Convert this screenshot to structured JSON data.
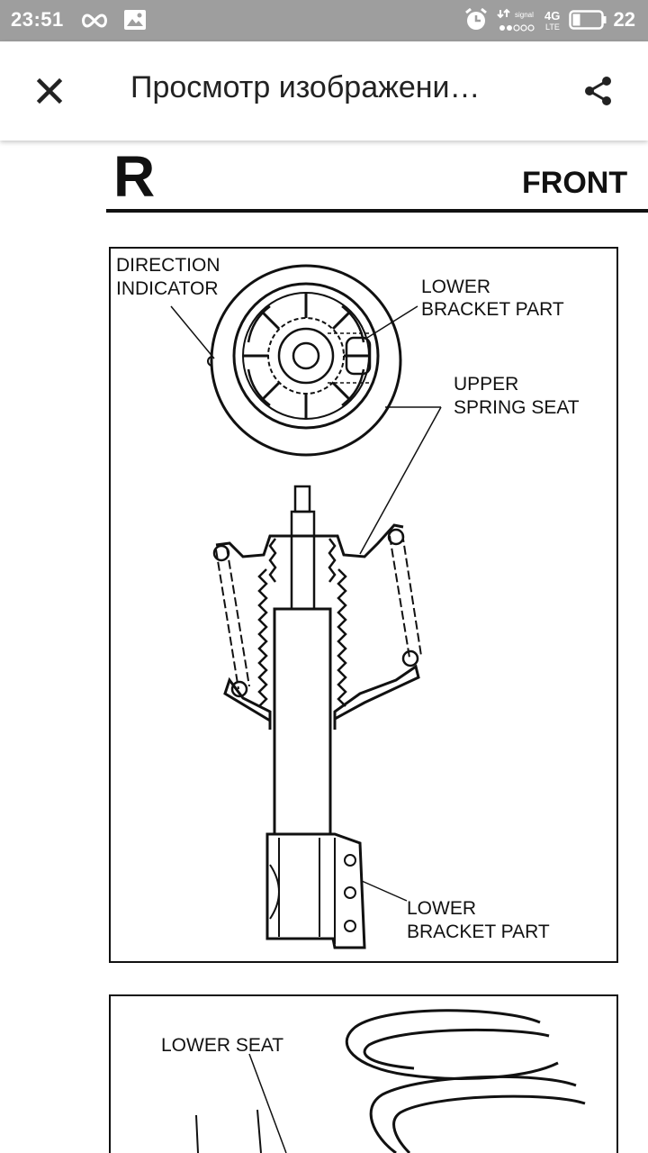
{
  "status_bar": {
    "time": "23:51",
    "network_small": "signal",
    "network_type": "4G",
    "network_sub": "LTE",
    "battery_level": "22"
  },
  "app_bar": {
    "title": "Просмотр изображени…",
    "close_icon": "close-icon",
    "share_icon": "share-icon"
  },
  "document": {
    "section_letter": "R",
    "header_text": "FRONT",
    "figure1": {
      "label_direction_1": "DIRECTION",
      "label_direction_2": "INDICATOR",
      "label_lower_bracket_top_1": "LOWER",
      "label_lower_bracket_top_2": "BRACKET PART",
      "label_upper_spring_1": "UPPER",
      "label_upper_spring_2": "SPRING SEAT",
      "label_lower_bracket_bottom_1": "LOWER",
      "label_lower_bracket_bottom_2": "BRACKET PART"
    },
    "figure2": {
      "label_lower_seat": "LOWER SEAT"
    }
  }
}
